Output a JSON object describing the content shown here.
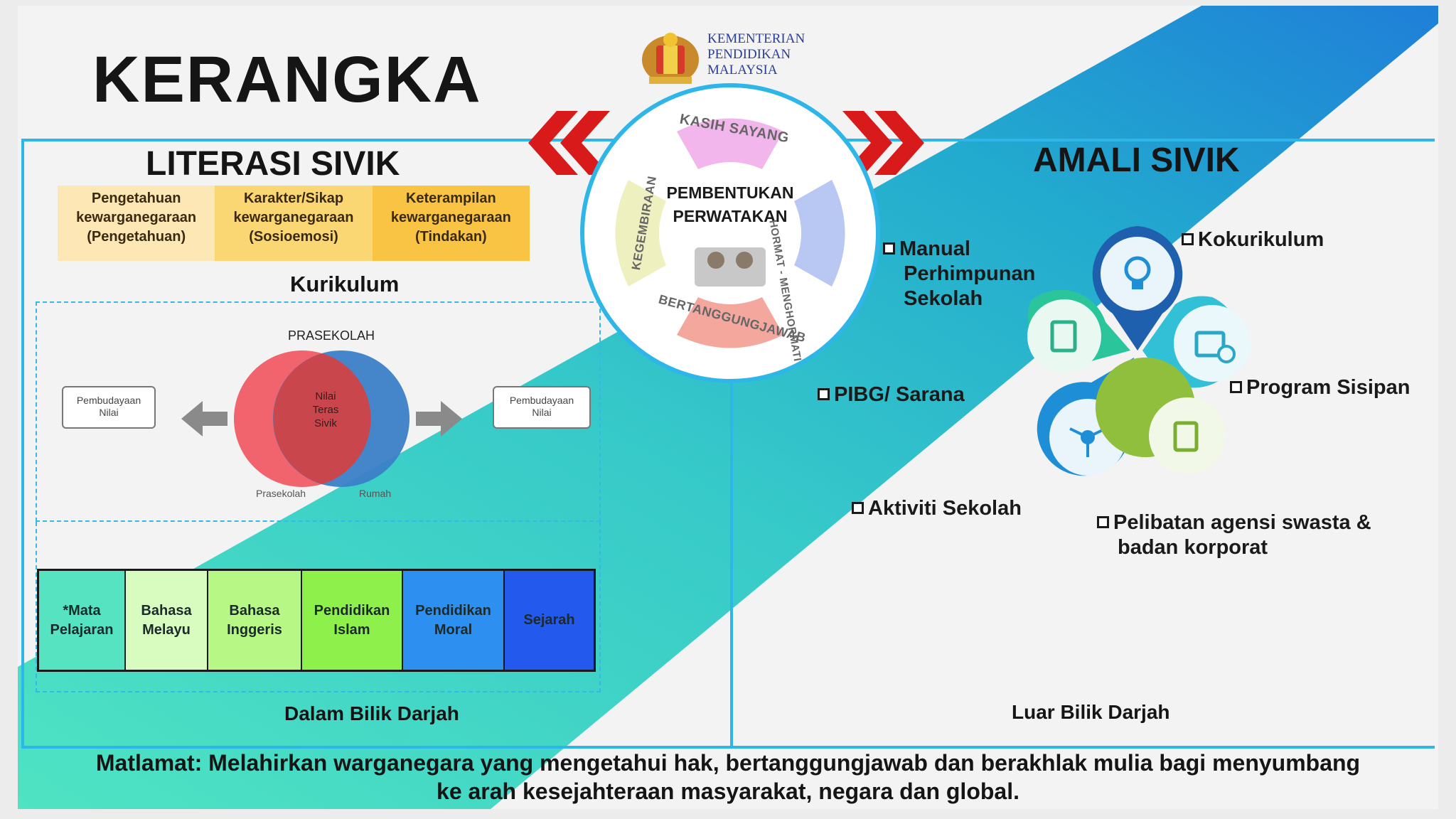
{
  "title": "KERANGKA",
  "ministry": {
    "line1": "KEMENTERIAN",
    "line2": "PENDIDIKAN",
    "line3": "MALAYSIA"
  },
  "literasi": {
    "heading": "LITERASI SIVIK",
    "pillars": [
      {
        "line1": "Pengetahuan",
        "line2": "kewarganegaraan",
        "line3": "(Pengetahuan)",
        "color": "#fde7b4"
      },
      {
        "line1": "Karakter/Sikap",
        "line2": "kewarganegaraan",
        "line3": "(Sosioemosi)",
        "color": "#fbd774"
      },
      {
        "line1": "Keterampilan",
        "line2": "kewarganegaraan",
        "line3": "(Tindakan)",
        "color": "#f9c443"
      }
    ],
    "kurikulum": "Kurikulum",
    "prasekolah": "PRASEKOLAH",
    "venn_center": {
      "line1": "Nilai",
      "line2": "Teras",
      "line3": "Sivik"
    },
    "venn_left_label": "Prasekolah",
    "venn_right_label": "Rumah",
    "pembudayaan_left": {
      "line1": "Pembudayaan",
      "line2": "Nilai"
    },
    "pembudayaan_right": {
      "line1": "Pembudayaan",
      "line2": "Nilai"
    },
    "subjects": [
      {
        "line1": "*Mata",
        "line2": "Pelajaran",
        "color": "#55e3c2"
      },
      {
        "line1": "Bahasa",
        "line2": "Melayu",
        "color": "#d8fbc0"
      },
      {
        "line1": "Bahasa",
        "line2": "Inggeris",
        "color": "#b7f786"
      },
      {
        "line1": "Pendidikan",
        "line2": "Islam",
        "color": "#8ef04a"
      },
      {
        "line1": "Pendidikan",
        "line2": "Moral",
        "color": "#2d8ff0"
      },
      {
        "line1": "Sejarah",
        "line2": "",
        "color": "#2459ee"
      }
    ],
    "footer": "Dalam Bilik Darjah"
  },
  "center": {
    "line1": "PEMBENTUKAN",
    "line2": "PERWATAKAN",
    "petals": [
      "KASIH SAYANG",
      "HORMAT - MENGHORMATI",
      "BERTANGGUNGJAWAB",
      "KEGEMBIRAAN"
    ]
  },
  "amali": {
    "heading": "AMALI SIVIK",
    "items": {
      "manual": {
        "line1": "Manual",
        "line2": "Perhimpunan",
        "line3": "Sekolah"
      },
      "kokurikulum": "Kokurikulum",
      "program": "Program Sisipan",
      "pibg": "PIBG/ Sarana",
      "aktiviti": "Aktiviti Sekolah",
      "pelibatan": {
        "line1": "Pelibatan agensi swasta &",
        "line2": "badan korporat"
      }
    },
    "icons": [
      "document-edit-icon",
      "lightbulb-icon",
      "calendar-clock-icon",
      "network-icon",
      "clipboard-check-icon"
    ],
    "footer": "Luar Bilik Darjah"
  },
  "goal": {
    "line1": "Matlamat: Melahirkan warganegara yang mengetahui hak, bertanggungjawab dan berakhlak mulia bagi menyumbang",
    "line2": "ke arah kesejahteraan masyarakat, negara dan global."
  },
  "colors": {
    "frame": "#2fb6e8",
    "arrow": "#d81a1a",
    "teal": "#4fe3c3",
    "blue": "#1e8fd6"
  }
}
